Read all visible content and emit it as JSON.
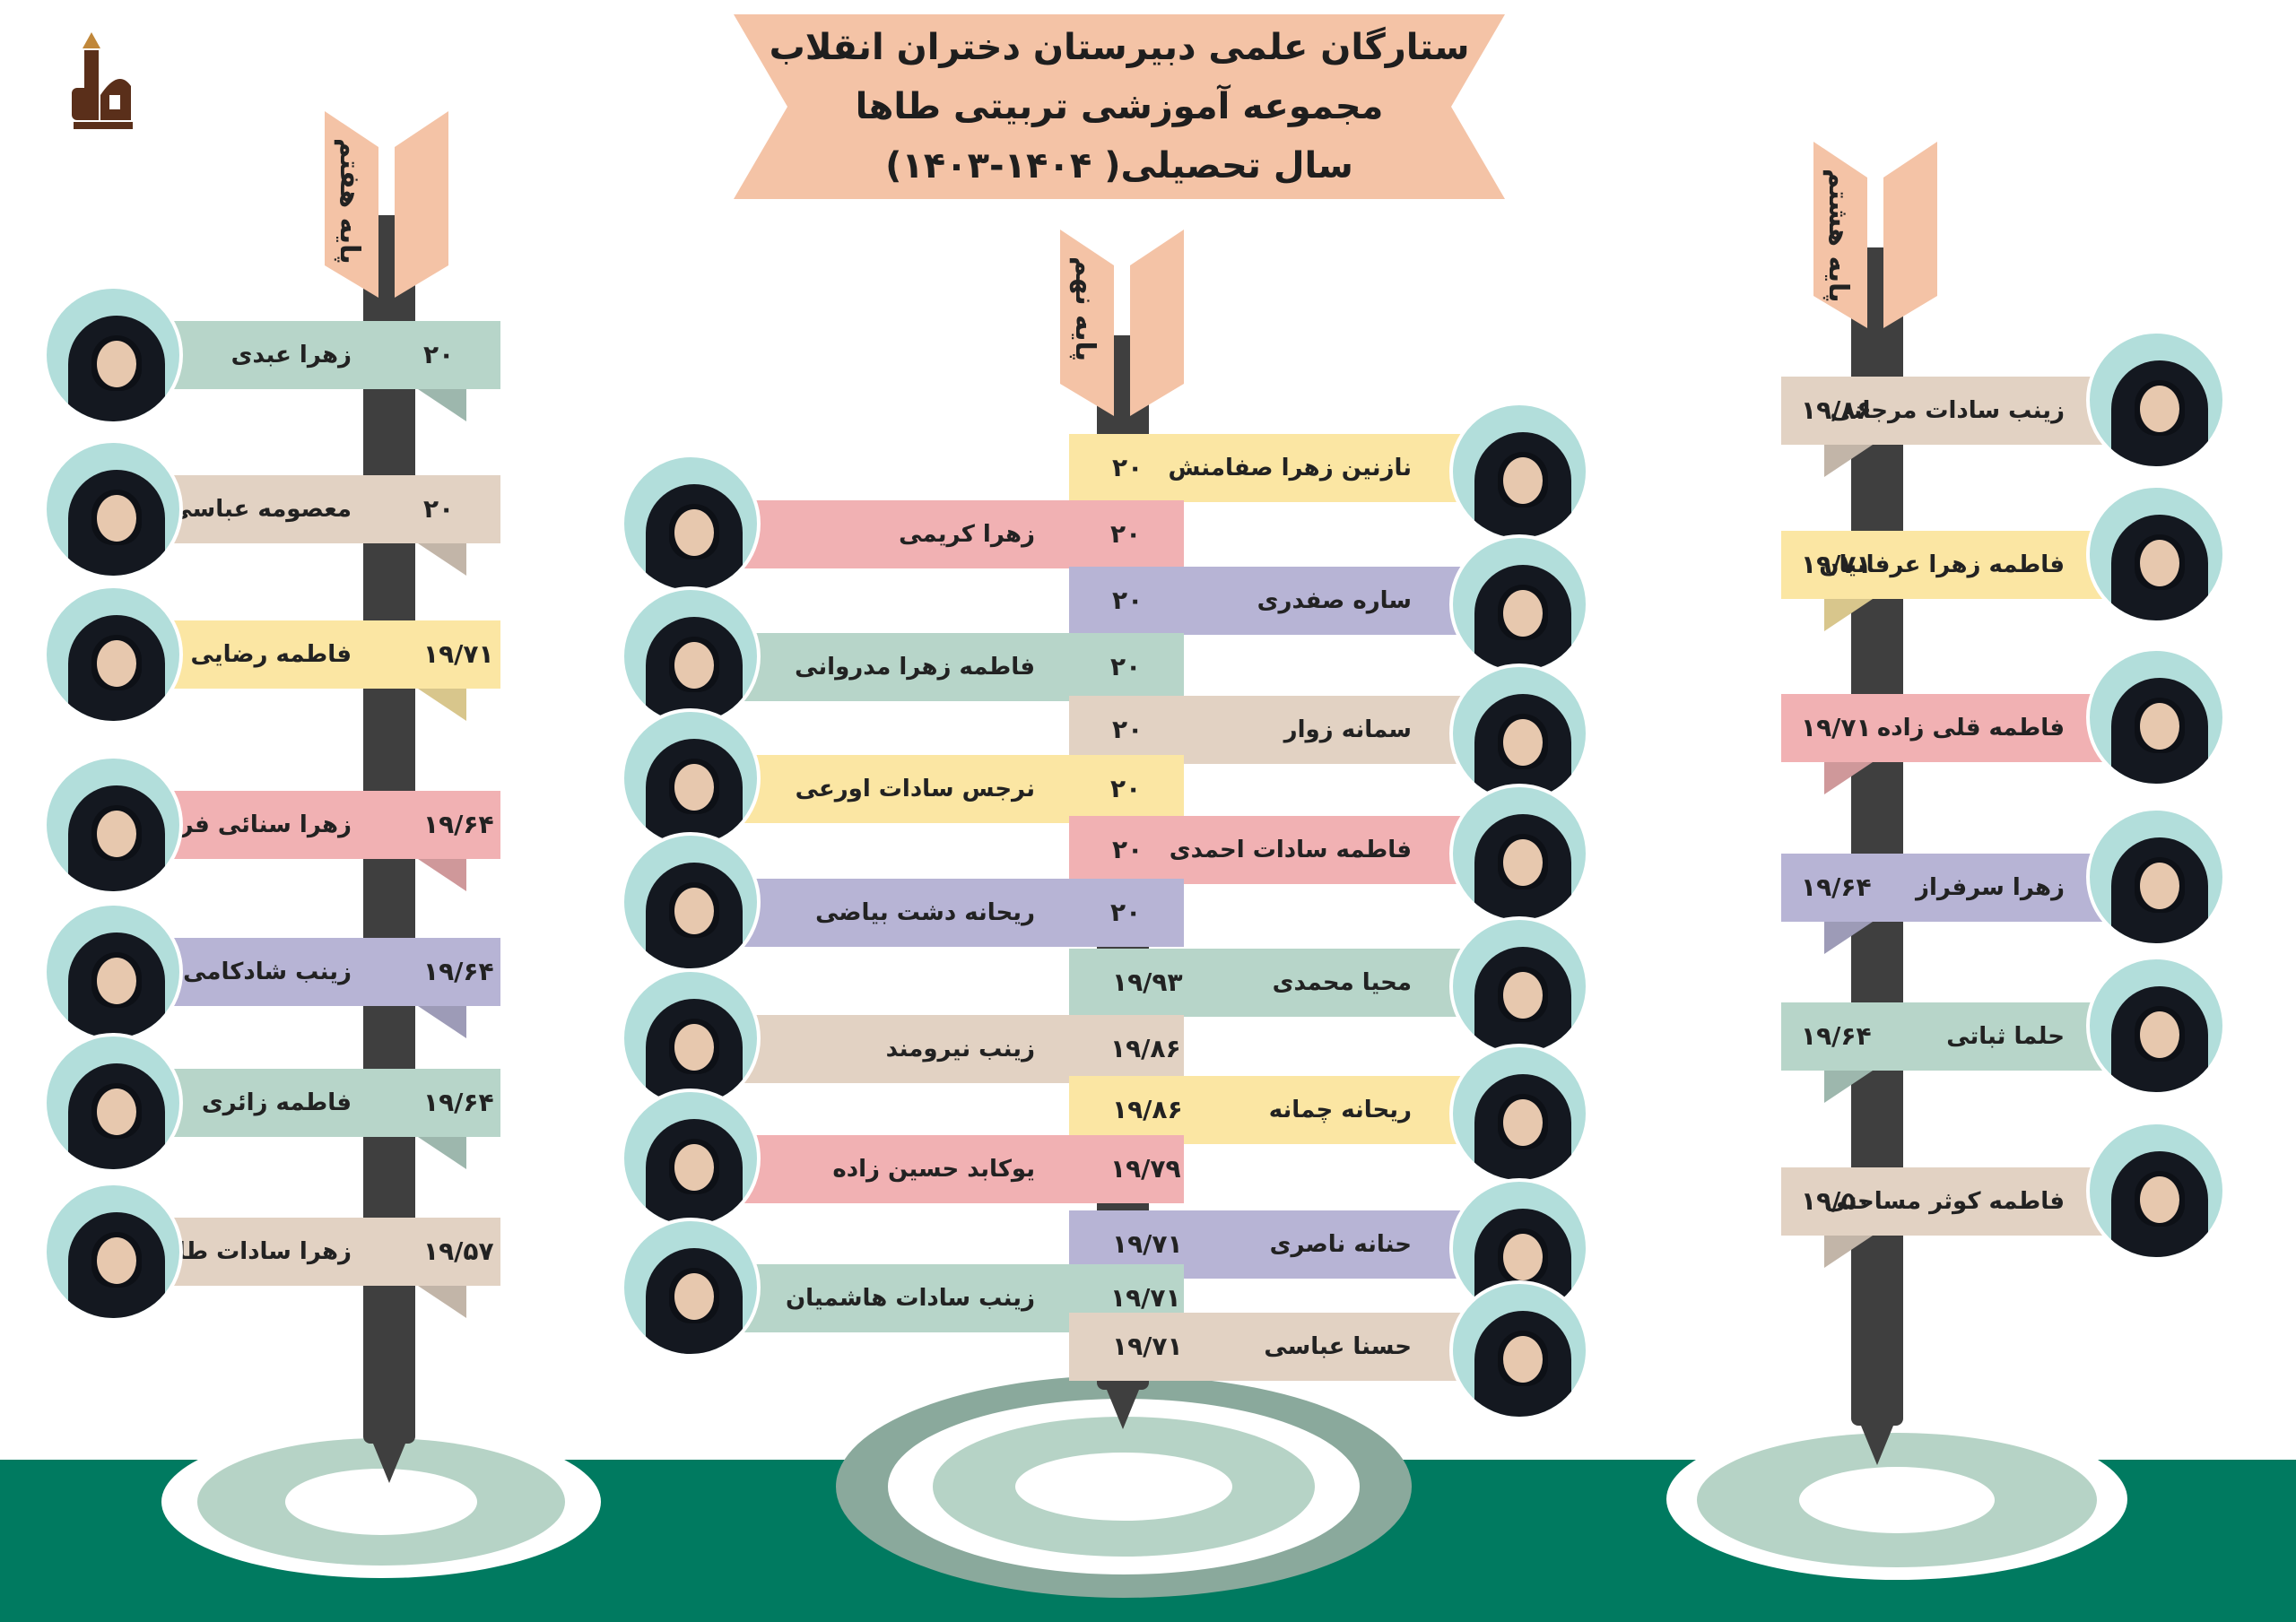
{
  "header": {
    "line1": "ستارگان علمی دبیرستان دختران انقلاب",
    "line2": "مجموعه آموزشی تربیتی طاها",
    "line3": "سال تحصیلی( ۱۴۰۴-۱۴۰۳)",
    "logo_icon": "taha-logo-icon"
  },
  "colors": {
    "banner": "#f4c3a6",
    "pole": "#3f3f3f",
    "ground": "#007a60",
    "teal": "#b7d5c9",
    "beige": "#e2d2c3",
    "yellow": "#fbe6a3",
    "pink": "#f1b1b3",
    "lavender": "#b7b4d5",
    "avatar_bg": "#b2dedb"
  },
  "columns": {
    "left": {
      "grade": "پایه هفتم",
      "students": [
        {
          "name": "زهرا عبدی",
          "score": "۲۰",
          "color": "teal"
        },
        {
          "name": "معصومه عباسی",
          "score": "۲۰",
          "color": "beige"
        },
        {
          "name": "فاطمه رضایی",
          "score": "۱۹/۷۱",
          "color": "yellow"
        },
        {
          "name": "زهرا سنائی فر",
          "score": "۱۹/۶۴",
          "color": "pink"
        },
        {
          "name": "زینب شادکامی",
          "score": "۱۹/۶۴",
          "color": "lavender"
        },
        {
          "name": "فاطمه زائری",
          "score": "۱۹/۶۴",
          "color": "teal"
        },
        {
          "name": "زهرا سادات  طلوع",
          "score": "۱۹/۵۷",
          "color": "beige"
        }
      ]
    },
    "center": {
      "grade": "پایه نهم",
      "students": [
        {
          "name": "نازنین زهرا صفامنش",
          "score": "۲۰",
          "color": "yellow",
          "side": "right"
        },
        {
          "name": "زهرا کریمی",
          "score": "۲۰",
          "color": "pink",
          "side": "left"
        },
        {
          "name": "ساره صفدری",
          "score": "۲۰",
          "color": "lavender",
          "side": "right"
        },
        {
          "name": "فاطمه زهرا مدروانی",
          "score": "۲۰",
          "color": "teal",
          "side": "left"
        },
        {
          "name": "سمانه زوار",
          "score": "۲۰",
          "color": "beige",
          "side": "right"
        },
        {
          "name": "نرجس سادات اورعی",
          "score": "۲۰",
          "color": "yellow",
          "side": "left"
        },
        {
          "name": "فاطمه سادات احمدی",
          "score": "۲۰",
          "color": "pink",
          "side": "right"
        },
        {
          "name": "ریحانه دشت بیاضی",
          "score": "۲۰",
          "color": "lavender",
          "side": "left"
        },
        {
          "name": "محیا محمدی",
          "score": "۱۹/۹۳",
          "color": "teal",
          "side": "right"
        },
        {
          "name": "زینب نیرومند",
          "score": "۱۹/۸۶",
          "color": "beige",
          "side": "left"
        },
        {
          "name": "ریحانه چمانه",
          "score": "۱۹/۸۶",
          "color": "yellow",
          "side": "right"
        },
        {
          "name": "یوکابد حسین زاده",
          "score": "۱۹/۷۹",
          "color": "pink",
          "side": "left"
        },
        {
          "name": "حنانه ناصری",
          "score": "۱۹/۷۱",
          "color": "lavender",
          "side": "right"
        },
        {
          "name": "زینب سادات هاشمیان",
          "score": "۱۹/۷۱",
          "color": "teal",
          "side": "left"
        },
        {
          "name": "حسنا عباسی",
          "score": "۱۹/۷۱",
          "color": "beige",
          "side": "right"
        }
      ]
    },
    "right": {
      "grade": "پایه هشتم",
      "students": [
        {
          "name": "زینب سادات مرجانی",
          "score": "۱۹/۸۶",
          "color": "beige"
        },
        {
          "name": "فاطمه زهرا عرفانیان",
          "score": "۱۹/۷۱",
          "color": "yellow"
        },
        {
          "name": "فاطمه قلی زاده",
          "score": "۱۹/۷۱",
          "color": "pink"
        },
        {
          "name": "زهرا سرفراز",
          "score": "۱۹/۶۴",
          "color": "lavender"
        },
        {
          "name": "حلما ثباتی",
          "score": "۱۹/۶۴",
          "color": "teal"
        },
        {
          "name": "فاطمه کوثر مساحتی",
          "score": "۱۹/۵۰",
          "color": "beige"
        }
      ]
    }
  }
}
